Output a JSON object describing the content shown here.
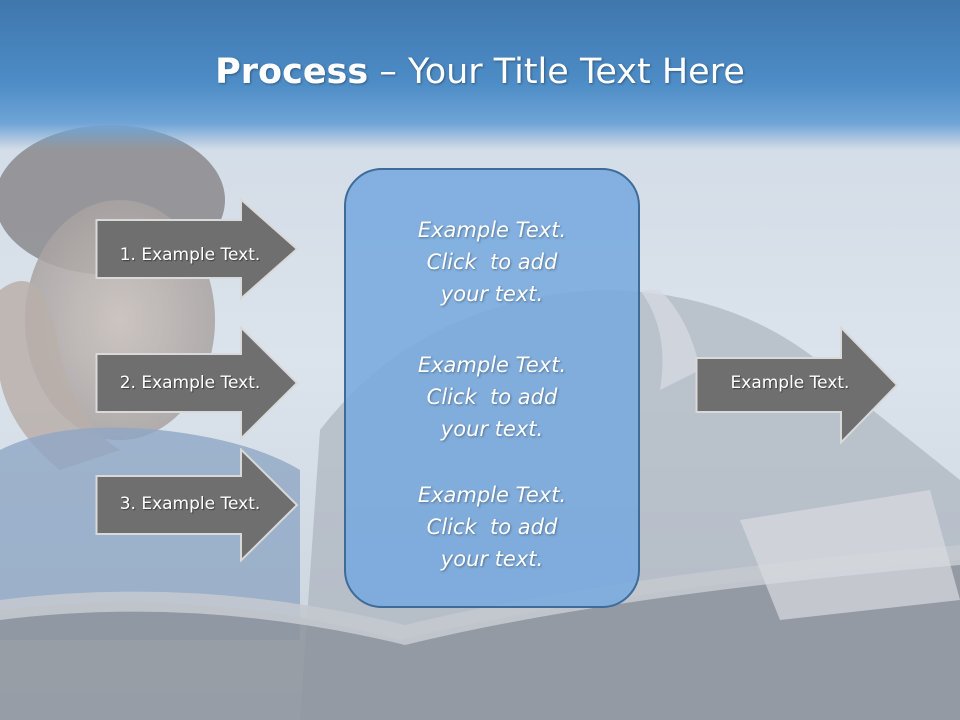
{
  "slide": {
    "title_bold": "Process",
    "title_rest": " – Your Title Text Here"
  },
  "inputs": [
    {
      "label": "1. Example Text."
    },
    {
      "label": "2. Example Text."
    },
    {
      "label": "3. Example Text."
    }
  ],
  "center": [
    {
      "line1": "Example Text.",
      "line2": "Click  to add",
      "line3": "your text."
    },
    {
      "line1": "Example Text.",
      "line2": "Click  to add",
      "line3": "your text."
    },
    {
      "line1": "Example Text.",
      "line2": "Click  to add",
      "line3": "your text."
    }
  ],
  "output": {
    "label": "Example Text."
  },
  "colors": {
    "title_bar": "#4d8cc6",
    "arrow_fill": "#6f6f6f",
    "center_fill": "#78aade",
    "center_border": "#3e6b97"
  },
  "background_image": "boy-and-father-reading-book"
}
